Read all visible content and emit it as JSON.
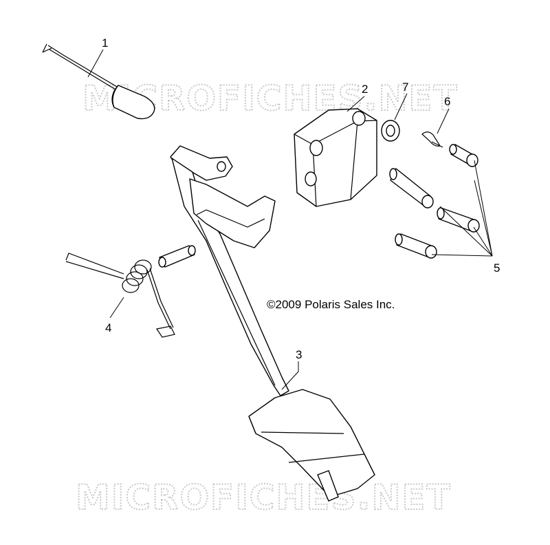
{
  "watermark": {
    "text": "MICROFICHES.NET"
  },
  "copyright": {
    "text": "©2009 Polaris Sales Inc."
  },
  "callouts": {
    "c1": "1",
    "c2": "2",
    "c3": "3",
    "c4": "4",
    "c5": "5",
    "c6": "6",
    "c7": "7"
  },
  "parts": [
    {
      "callout": "1",
      "icon": "sensor-cable-icon"
    },
    {
      "callout": "2",
      "icon": "pedal-bracket-block-icon"
    },
    {
      "callout": "3",
      "icon": "brake-pedal-arm-icon"
    },
    {
      "callout": "4",
      "icon": "torsion-spring-icon"
    },
    {
      "callout": "5",
      "icon": "cap-screw-icon"
    },
    {
      "callout": "6",
      "icon": "cotter-pin-icon"
    },
    {
      "callout": "7",
      "icon": "washer-icon"
    }
  ]
}
